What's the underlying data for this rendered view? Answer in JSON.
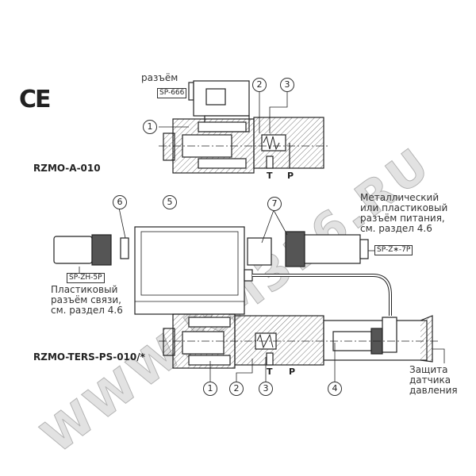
{
  "ce_mark": "CE",
  "watermark": "WWW.RM316.RU",
  "top_diagram": {
    "model": "RZMO-A-010",
    "connector_label": "разъём",
    "connector_code": "SP-666",
    "callouts": [
      "1",
      "2",
      "3"
    ],
    "ports": [
      "T",
      "P"
    ]
  },
  "bottom_diagram": {
    "model": "RZMO-TERS-PS-010/*",
    "callouts_upper": [
      "6",
      "5",
      "7"
    ],
    "callouts_lower": [
      "1",
      "2",
      "3",
      "4"
    ],
    "ports": [
      "T",
      "P"
    ],
    "comm_connector_code": "SP-ZH-5P",
    "comm_connector_note": [
      "Пластиковый",
      "разъём связи,",
      "см. раздел 4.6"
    ],
    "power_connector_code": "SP-Z∗-7P",
    "power_connector_note": [
      "Металлический",
      "или пластиковый",
      "разъём питания,",
      "см. раздел 4.6"
    ],
    "sensor_guard_note": [
      "Защита",
      "датчика",
      "давления"
    ]
  }
}
